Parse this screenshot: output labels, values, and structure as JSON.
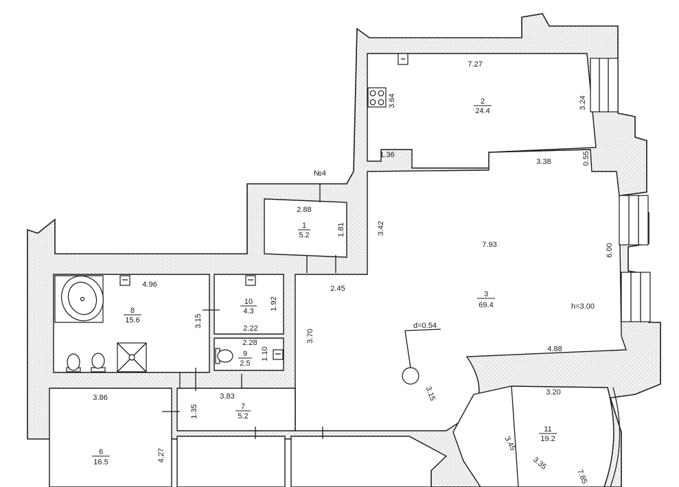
{
  "plan_label": "№4",
  "rooms": [
    {
      "id": "1",
      "number": "1",
      "area": "5.2"
    },
    {
      "id": "2",
      "number": "2",
      "area": "24.4"
    },
    {
      "id": "3",
      "number": "3",
      "area": "69.4"
    },
    {
      "id": "6",
      "number": "6",
      "area": "16.5"
    },
    {
      "id": "7",
      "number": "7",
      "area": "5.2"
    },
    {
      "id": "8",
      "number": "8",
      "area": "15.6"
    },
    {
      "id": "9",
      "number": "9",
      "area": "2.5"
    },
    {
      "id": "10",
      "number": "10",
      "area": "4.3"
    },
    {
      "id": "11",
      "number": "11",
      "area": "19.2"
    }
  ],
  "dimensions": {
    "d727": "7.27",
    "d364": "3.64",
    "d324": "3.24",
    "d136": "1.36",
    "d338": "3.38",
    "d055": "0.55",
    "d288": "2.88",
    "d181": "1.81",
    "d342": "3.42",
    "d793": "7.93",
    "d600": "6.00",
    "d245": "2.45",
    "d496": "4.96",
    "d315a": "3.15",
    "d192": "1.92",
    "d222": "2.22",
    "d228": "2.28",
    "d110": "1.10",
    "d370": "3.70",
    "d488": "4.88",
    "d315b": "3.15",
    "d320": "3.20",
    "d386": "3.86",
    "d383": "3.83",
    "d135": "1.35",
    "d427": "4.27",
    "d345": "3.45",
    "d335": "3.35",
    "d785": "7.85"
  },
  "column_label": "d=0.54",
  "ceiling_height": "h=3.00",
  "icons": [
    "stove-icon",
    "sink-icon",
    "bathtub-icon",
    "toilet-icon",
    "shower-tray-icon",
    "column-icon",
    "window-icon"
  ]
}
